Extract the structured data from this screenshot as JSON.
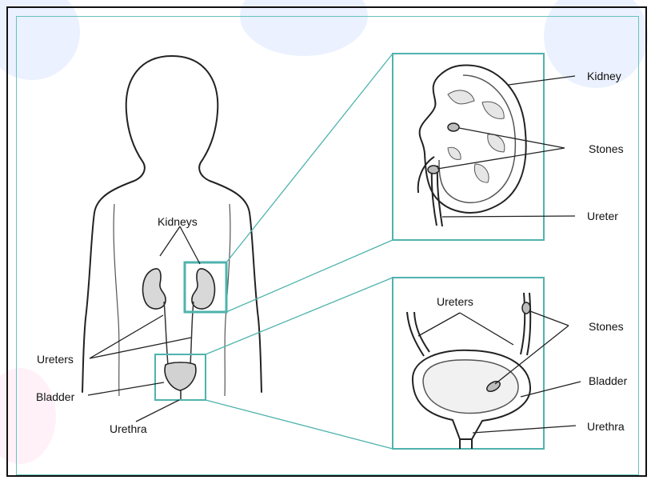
{
  "labels": {
    "kidneys": "Kidneys",
    "ureters_left": "Ureters",
    "bladder_left": "Bladder",
    "urethra_left": "Urethra",
    "kidney": "Kidney",
    "stones_top": "Stones",
    "ureter": "Ureter",
    "ureters_inset": "Ureters",
    "stones_bottom": "Stones",
    "bladder_right": "Bladder",
    "urethra_right": "Urethra"
  },
  "colors": {
    "frame": "#111111",
    "accent": "#4fb3ad",
    "line": "#222222",
    "watermark": "#8fb3ff"
  }
}
